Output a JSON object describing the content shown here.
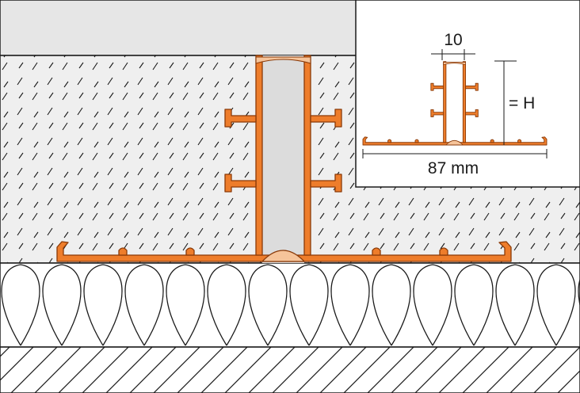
{
  "diagram": {
    "inset": {
      "width_label": "10",
      "height_label": "= H",
      "base_label": "87 mm"
    },
    "colors": {
      "profile_fill": "#ee7d2b",
      "profile_stroke": "#8a3a08",
      "profile_top": "#f6c49a",
      "joint_fill": "#dcdcdc",
      "insert_top": "#e6e6e6",
      "screed_fill": "#efefef",
      "line": "#1a1a1a"
    }
  }
}
